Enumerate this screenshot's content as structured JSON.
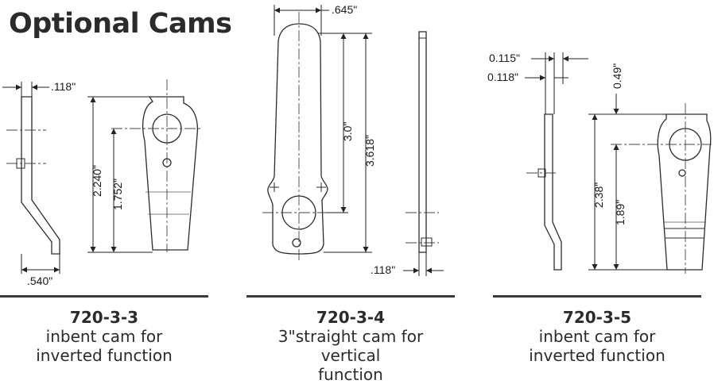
{
  "title": "Optional Cams",
  "dimensions": {
    "cam1_thickness": ".118\"",
    "cam1_height_outer": "2.240\"",
    "cam1_height_inner": "1.752\"",
    "cam1_offset": ".540\"",
    "cam2_width": ".645\"",
    "cam2_inner": "3.0\"",
    "cam2_overall": "3.618\"",
    "cam2_thickness": ".118\"",
    "cam3_a": "0.115\"",
    "cam3_b": "0.118\"",
    "cam3_c": "0.49\"",
    "cam3_outer": "2.38\"",
    "cam3_inner": "1.89\""
  },
  "cams": [
    {
      "code": "720-3-3",
      "desc_line1": "inbent cam for",
      "desc_line2": "inverted function"
    },
    {
      "code": "720-3-4",
      "desc_line1": "3\"straight cam for vertical",
      "desc_line2": "function"
    },
    {
      "code": "720-3-5",
      "desc_line1": "inbent cam for",
      "desc_line2": "inverted function"
    }
  ],
  "colors": {
    "ink": "#2b2b2b",
    "background": "#ffffff"
  }
}
